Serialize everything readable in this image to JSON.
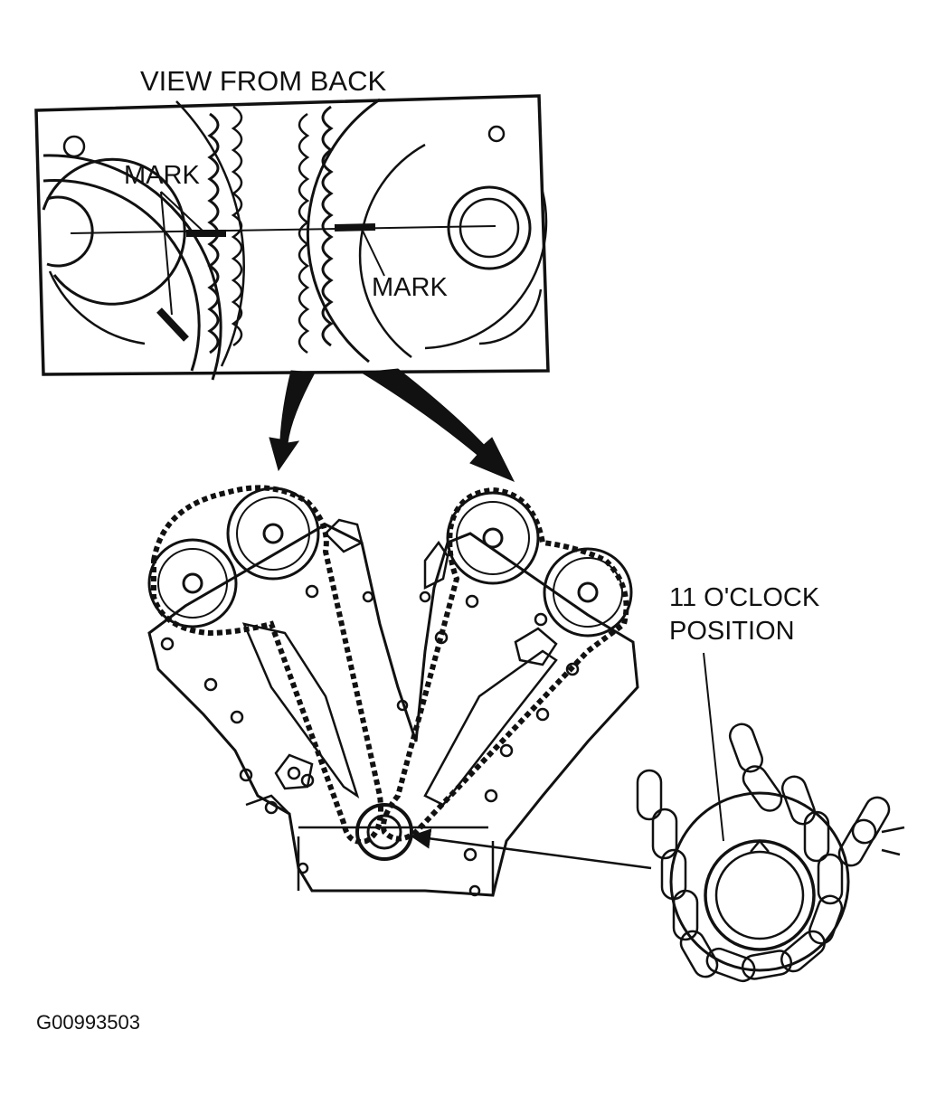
{
  "labels": {
    "view_title": "VIEW FROM BACK",
    "mark_left": "MARK",
    "mark_right": "MARK",
    "clock_line1": "11 O'CLOCK",
    "clock_line2": "POSITION",
    "figure_code": "G00993503"
  },
  "colors": {
    "ink": "#111111",
    "paper": "#ffffff"
  }
}
